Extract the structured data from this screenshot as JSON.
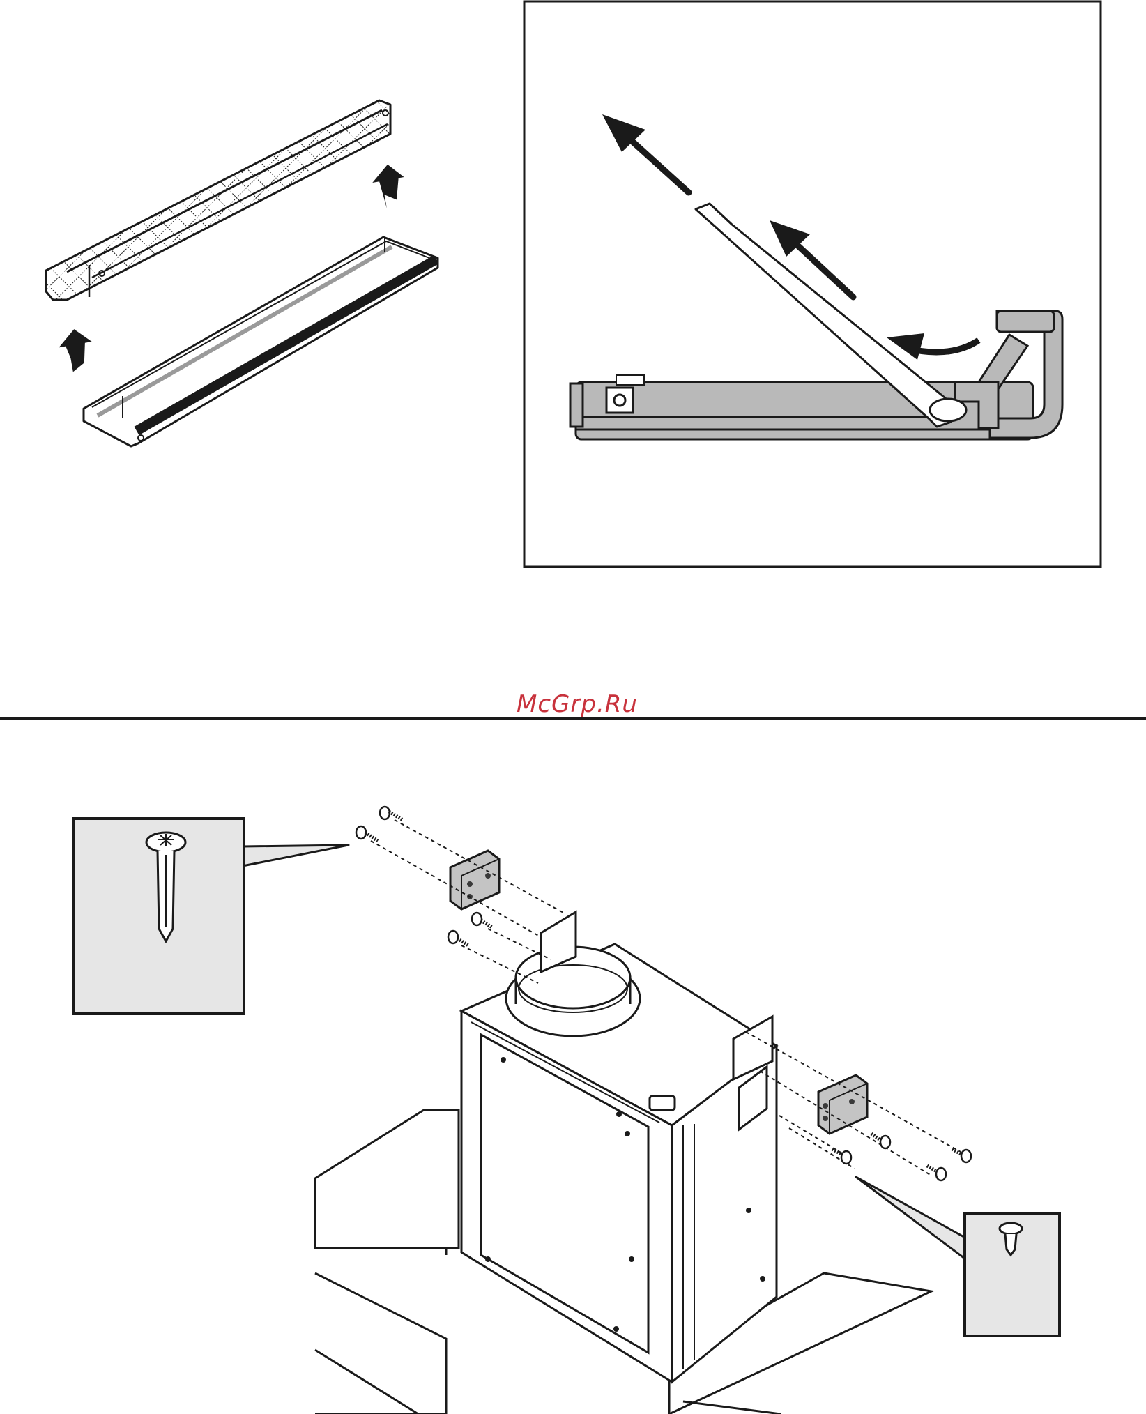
{
  "watermark": {
    "text": "McGrp.Ru",
    "color": "#c8323c"
  },
  "colors": {
    "line": "#1a1a1a",
    "panel_fill": "#e6e6e6",
    "part_fill": "#b9b9b9",
    "dark_fill": "#3a3a3a"
  },
  "figures": [
    {
      "name": "filter-removal-diagram",
      "icons": [
        "grease-filter-mesh",
        "filter-frame",
        "up-arrow-icon"
      ]
    },
    {
      "name": "filter-tilt-detail-panel",
      "icons": [
        "tilt-out-arrow-icon",
        "latch-handle",
        "filter-rail"
      ]
    },
    {
      "name": "bracket-mounting-diagram",
      "icons": [
        "motor-housing",
        "mounting-bracket",
        "screw-icon",
        "self-tapping-screw-icon",
        "machine-screw-icon"
      ]
    }
  ]
}
